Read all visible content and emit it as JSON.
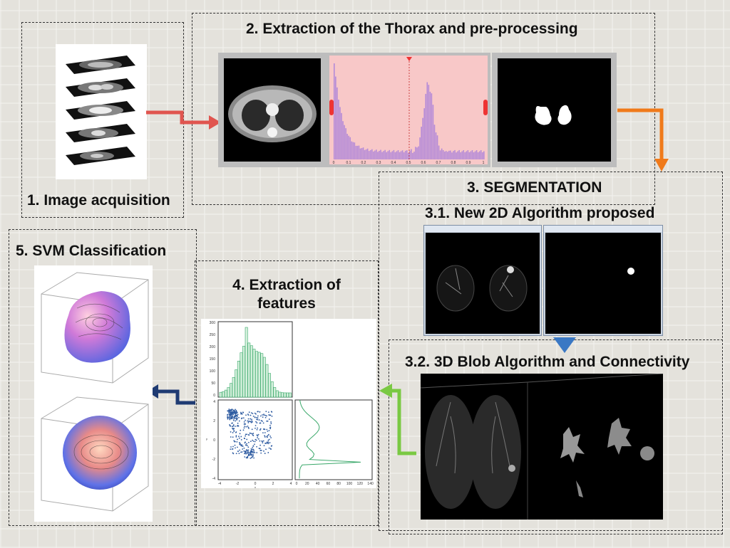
{
  "steps": {
    "s1": "1. Image acquisition",
    "s2": "2. Extraction of the Thorax and pre-processing",
    "s3": "3. SEGMENTATION",
    "s31": "3.1. New 2D Algorithm proposed",
    "s32": "3.2. 3D Blob Algorithm and Connectivity",
    "s4_line1": "4. Extraction of",
    "s4_line2": "features",
    "s5": "5. SVM Classification"
  },
  "histogram_ticks": [
    "0",
    "0.1",
    "0.2",
    "0.3",
    "0.4",
    "0.5",
    "0.6",
    "0.7",
    "0.8",
    "0.9",
    "1"
  ],
  "feature_plot": {
    "top_hist_y_ticks": [
      "300",
      "250",
      "200",
      "150",
      "100",
      "50",
      "0"
    ],
    "scatter_y_ticks": [
      "4",
      "2",
      "0",
      "-2",
      "-4"
    ],
    "scatter_x_ticks": [
      "-4",
      "-2",
      "0",
      "2",
      "4"
    ],
    "right_hist_x_ticks": [
      "0",
      "20",
      "40",
      "60",
      "80",
      "100",
      "120",
      "140"
    ],
    "x_axis_label": "x",
    "y_axis_label": "y"
  },
  "colors": {
    "arrow_red": "#e0554f",
    "arrow_orange": "#f07a1a",
    "arrow_blue": "#3a78c4",
    "arrow_green": "#7ac943",
    "arrow_navy": "#1f3b73",
    "hist_fill": "#f8c8c8",
    "hist_bars": "#b48ad8",
    "feature_green": "#3aa86a",
    "scatter_blue": "#2c5aa0"
  }
}
